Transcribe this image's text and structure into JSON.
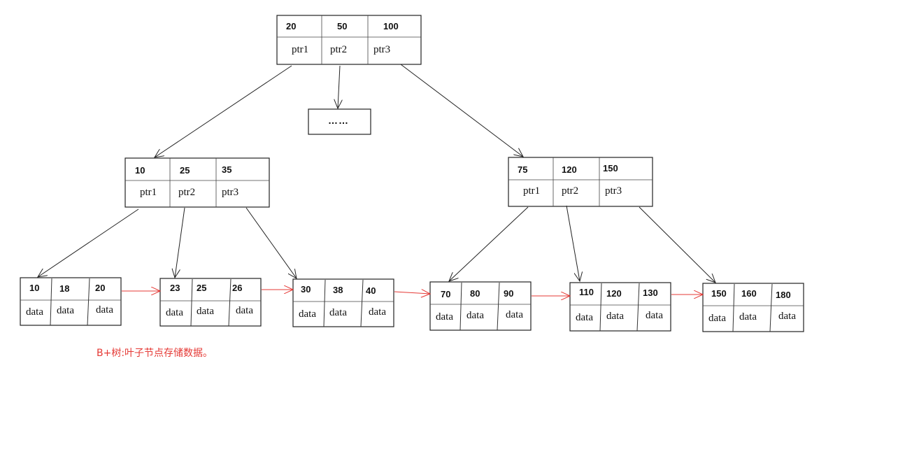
{
  "colors": {
    "stroke": "#222222",
    "leaf_link": "#e53935",
    "caption": "#e53935"
  },
  "root": {
    "keys": [
      "20",
      "50",
      "100"
    ],
    "ptrs": [
      "ptr1",
      "ptr2",
      "ptr3"
    ]
  },
  "middle_placeholder": "……",
  "internal": [
    {
      "keys": [
        "10",
        "25",
        "35"
      ],
      "ptrs": [
        "ptr1",
        "ptr2",
        "ptr3"
      ]
    },
    {
      "keys": [
        "75",
        "120",
        "150"
      ],
      "ptrs": [
        "ptr1",
        "ptr2",
        "ptr3"
      ]
    }
  ],
  "leaves": [
    {
      "keys": [
        "10",
        "18",
        "20"
      ],
      "data": [
        "data",
        "data",
        "data"
      ]
    },
    {
      "keys": [
        "23",
        "25",
        "26"
      ],
      "data": [
        "data",
        "data",
        "data"
      ]
    },
    {
      "keys": [
        "30",
        "38",
        "40"
      ],
      "data": [
        "data",
        "data",
        "data"
      ]
    },
    {
      "keys": [
        "70",
        "80",
        "90"
      ],
      "data": [
        "data",
        "data",
        "data"
      ]
    },
    {
      "keys": [
        "110",
        "120",
        "130"
      ],
      "data": [
        "data",
        "data",
        "data"
      ]
    },
    {
      "keys": [
        "150",
        "160",
        "180"
      ],
      "data": [
        "data",
        "data",
        "data"
      ]
    }
  ],
  "caption": "B+树:叶子节点存储数据。"
}
